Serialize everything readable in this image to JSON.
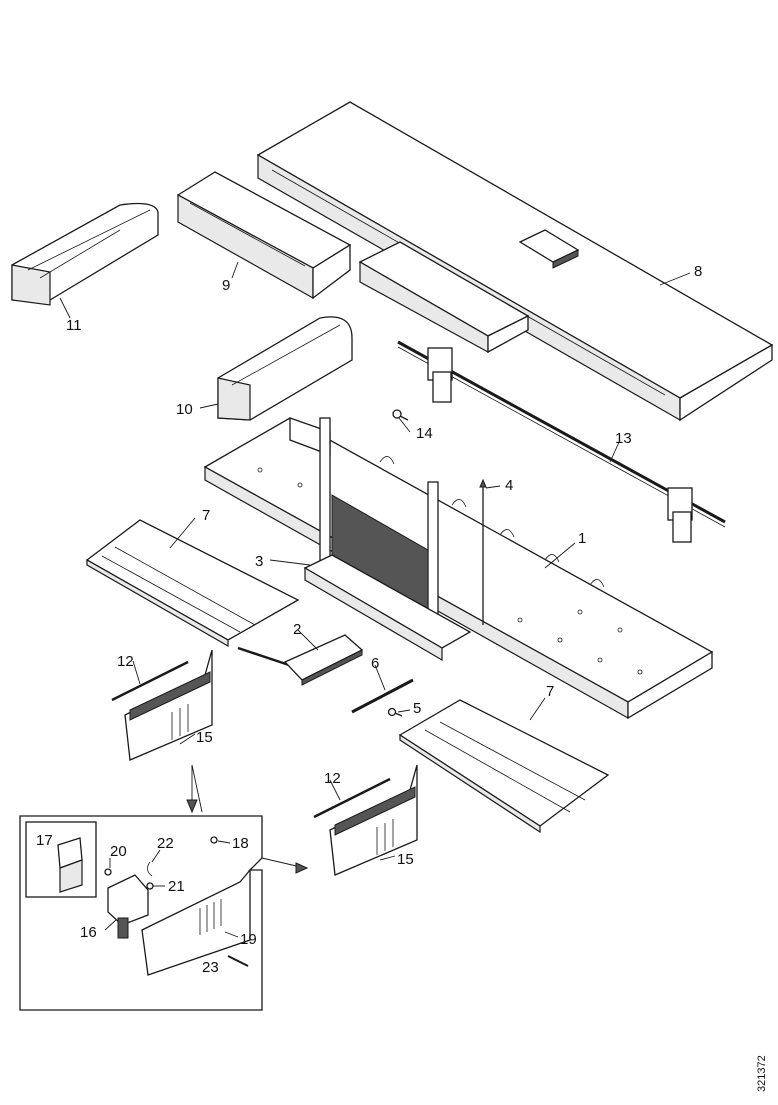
{
  "callouts": {
    "c1": "1",
    "c2": "2",
    "c3": "3",
    "c4": "4",
    "c5": "5",
    "c6": "6",
    "c7a": "7",
    "c7b": "7",
    "c8": "8",
    "c9": "9",
    "c10": "10",
    "c11": "11",
    "c12a": "12",
    "c12b": "12",
    "c13": "13",
    "c14": "14",
    "c15a": "15",
    "c15b": "15",
    "c16": "16",
    "c17": "17",
    "c18": "18",
    "c19": "19",
    "c20": "20",
    "c21": "21",
    "c22": "22",
    "c23": "23"
  },
  "reference_id": "321372"
}
